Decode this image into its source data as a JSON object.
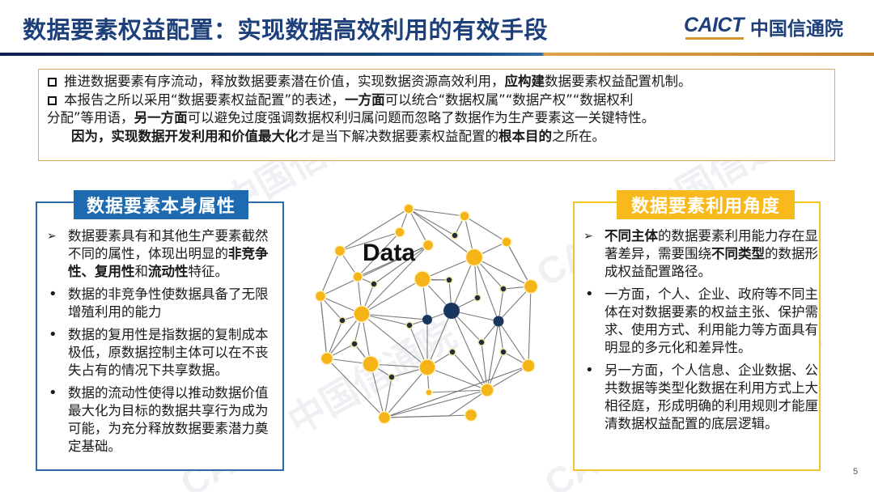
{
  "header": {
    "title": "数据要素权益配置：实现数据高效利用的有效手段",
    "logo_en": "CAICT",
    "logo_cn": "中国信通院"
  },
  "intro": {
    "line1": {
      "pre": "推进数据要素有序流动，释放数据要素潜在价值，实现数据资源高效利用，",
      "bold": "应构建",
      "post": "数据要素权益配置机制。"
    },
    "line2": {
      "pre": "本报告之所以采用“数据要素权益配置”的表述，",
      "bold": "一方面",
      "post": "可以统合“数据权属”“数据产权”“数据权利"
    },
    "line3": {
      "pre": "分配”等用语，",
      "bold": "另一方面",
      "post": "可以避免过度强调数据权利归属问题而忽略了数据作为生产要素这一关键特性。"
    },
    "line4": {
      "bold1": "因为，实现数据开发利用和价值最大化",
      "mid": "才是当下解决数据要素权益配置的",
      "bold2": "根本目的",
      "post": "之所在。"
    }
  },
  "left_panel": {
    "heading": "数据要素本身属性",
    "bullets": [
      {
        "marker": "➢",
        "pre": "数据要素具有和其他生产要素截然不同的属性，体现出明显的",
        "bold1": "非竞争性、复用性",
        "mid": "和",
        "bold2": "流动性",
        "post": "特征。"
      },
      {
        "marker": "•",
        "text": "数据的非竞争性使数据具备了无限增殖利用的能力"
      },
      {
        "marker": "•",
        "text": "数据的复用性是指数据的复制成本极低，原数据控制主体可以在不丧失占有的情况下共享数据。"
      },
      {
        "marker": "•",
        "text": "数据的流动性使得以推动数据价值最大化为目标的数据共享行为成为可能，为充分释放数据要素潜力奠定基础。"
      }
    ]
  },
  "right_panel": {
    "heading": "数据要素利用角度",
    "bullets": [
      {
        "marker": "➢",
        "bold1": "不同主体",
        "mid": "的数据要素利用能力存在显著差异，需要围绕",
        "bold2": "不同类型",
        "post": "的数据形成权益配置路径。"
      },
      {
        "marker": "•",
        "text": "一方面，个人、企业、政府等不同主体在对数据要素的权益主张、保护需求、使用方式、利用能力等方面具有明显的多元化和差异性。"
      },
      {
        "marker": "•",
        "text": "另一方面，个人信息、企业数据、公共数据等类型化数据在利用方式上大相径庭，形成明确的利用规则才能厘清数据权益配置的底层逻辑。"
      }
    ]
  },
  "illustration": {
    "label": "Data",
    "colors": {
      "gold": "#f5b417",
      "navy": "#1b365d",
      "line": "#7a7a7a"
    }
  },
  "watermark": "CAICT 中国信通院",
  "colors": {
    "title": "#1d3f7a",
    "left_accent": "#1e6ab0",
    "right_accent": "#f7b91b",
    "intro_border": "#e2a866"
  },
  "page_number": "5"
}
